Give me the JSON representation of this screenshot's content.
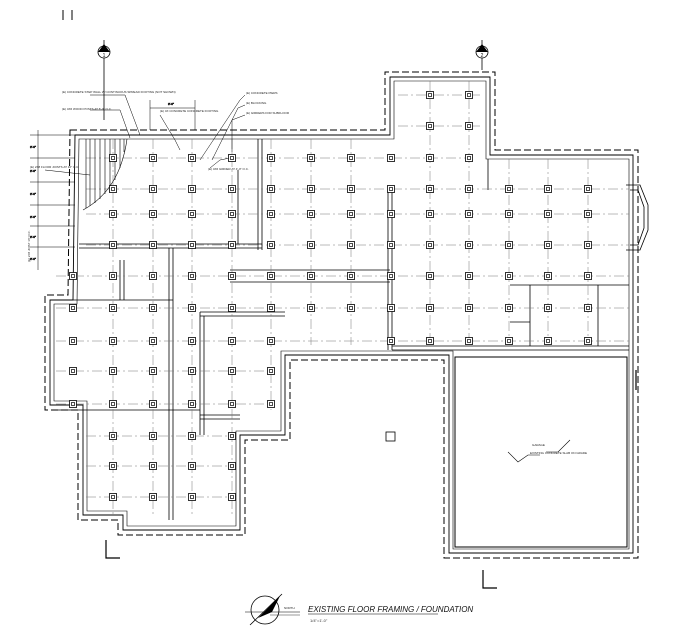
{
  "drawing": {
    "title": "EXISTING FLOOR FRAMING / FOUNDATION",
    "scale": "1/4\"=1'-0\"",
    "north_label": "NORTH"
  },
  "section_markers": [
    {
      "id": "marker-left",
      "label": "1"
    },
    {
      "id": "marker-right",
      "label": "2"
    }
  ],
  "callouts": {
    "stair_note": "(E) CONCRETE STEP WALL W/ CONTINUOUS SPREAD FOOTING (NOT SHOWN)",
    "post_note": "(E) 4X6 WOOD POSTS AT 6'-0\" O.C.",
    "pier_note": "(E) CONCRETE PIERS",
    "beam_note": "(E) GIRDERS FOR SUBFLOOR",
    "concrete_note": "(E) 4X CONCRETE CONCRETE FOOTING",
    "footing_note": "(E) BLOCKING",
    "girder_note": "(E) 4X6 GIRDER AT 4'-0\" O.C.",
    "joist_note": "(E) 2X8 FLOOR JOISTS AT 16\" O.C.",
    "dim_note": "(E) 2X8 JOIST 16\" O.C.",
    "garage_label": "GARAGE",
    "garage_note": "EXISTING CONCRETE SLAB ON GRADE"
  },
  "dimensions": [
    "3'-0\"",
    "3'-0\"",
    "3'-0\"",
    "3'-0\"",
    "3'-0\"",
    "3'-0\"",
    "3'-0\""
  ]
}
